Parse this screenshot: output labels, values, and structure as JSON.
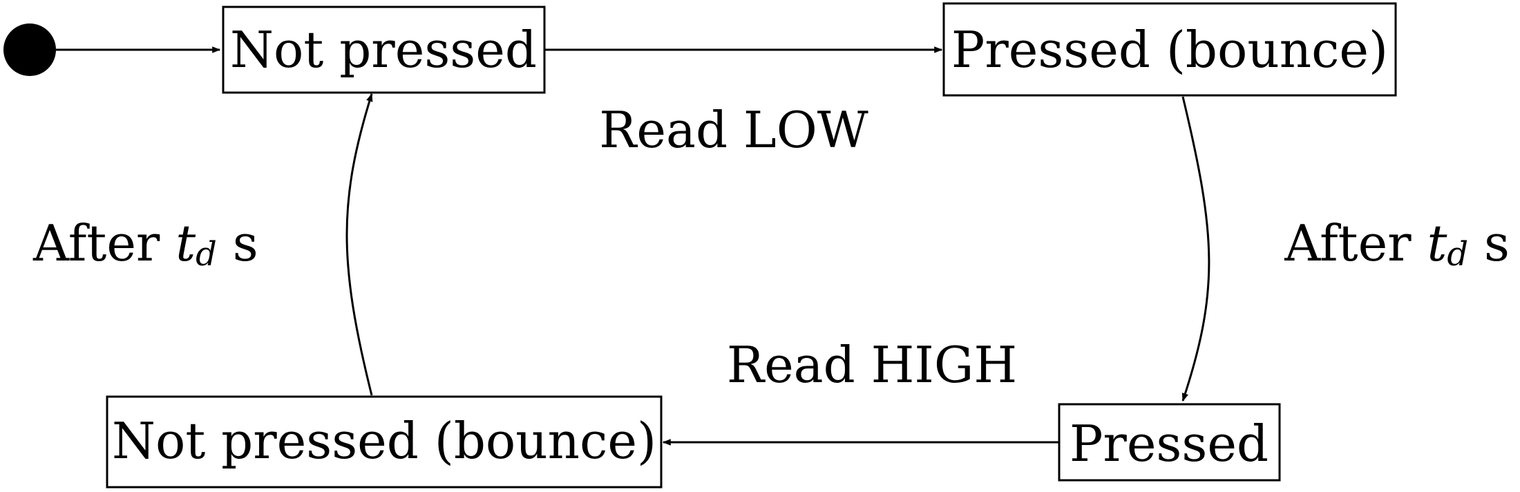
{
  "states": {
    "initial": {
      "label": "initial-state"
    },
    "not_pressed": {
      "label": "Not pressed"
    },
    "pressed_bounce": {
      "label": "Pressed (bounce)"
    },
    "pressed": {
      "label": "Pressed"
    },
    "not_pressed_bounce": {
      "label": "Not pressed (bounce)"
    }
  },
  "transitions": {
    "read_low": {
      "label": "Read LOW"
    },
    "read_high": {
      "label": "Read HIGH"
    },
    "after_td_right": {
      "prefix": "After ",
      "var": "t",
      "sub": "d",
      "suffix": " s"
    },
    "after_td_left": {
      "prefix": "After ",
      "var": "t",
      "sub": "d",
      "suffix": " s"
    }
  }
}
